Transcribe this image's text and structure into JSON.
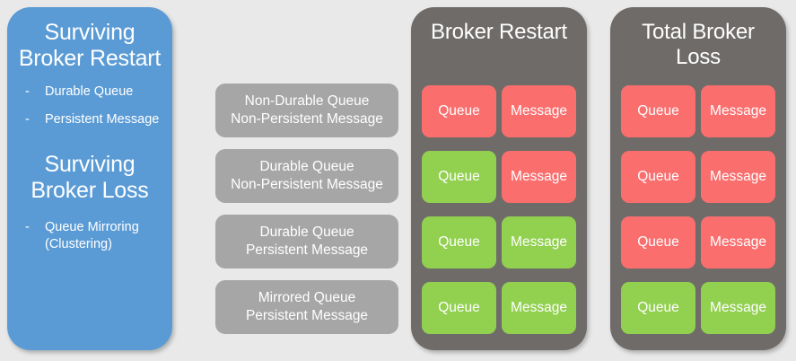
{
  "colors": {
    "background": "#e9e9e9",
    "blue_panel": "#5b9bd5",
    "label_box": "#a6a6a6",
    "dark_panel": "#6e6b69",
    "survives": "#92d050",
    "lost": "#fa6e6e",
    "text": "#ffffff"
  },
  "legend_panel": {
    "heading_1": "Surviving Broker Restart",
    "bullets_1": [
      {
        "marker": "-",
        "text": "Durable Queue"
      },
      {
        "marker": "-",
        "text": "Persistent Message"
      }
    ],
    "heading_2": "Surviving Broker Loss",
    "bullets_2": [
      {
        "marker": "-",
        "text": "Queue Mirroring (Clustering)"
      }
    ]
  },
  "row_labels": [
    {
      "line1": "Non-Durable Queue",
      "line2": "Non-Persistent Message"
    },
    {
      "line1": "Durable Queue",
      "line2": "Non-Persistent Message"
    },
    {
      "line1": "Durable Queue",
      "line2": "Persistent Message"
    },
    {
      "line1": "Mirrored Queue",
      "line2": "Persistent Message"
    }
  ],
  "scenarios": [
    {
      "title": "Broker Restart",
      "rows": [
        {
          "queue": {
            "label": "Queue",
            "state": "lost"
          },
          "message": {
            "label": "Message",
            "state": "lost"
          }
        },
        {
          "queue": {
            "label": "Queue",
            "state": "survives"
          },
          "message": {
            "label": "Message",
            "state": "lost"
          }
        },
        {
          "queue": {
            "label": "Queue",
            "state": "survives"
          },
          "message": {
            "label": "Message",
            "state": "survives"
          }
        },
        {
          "queue": {
            "label": "Queue",
            "state": "survives"
          },
          "message": {
            "label": "Message",
            "state": "survives"
          }
        }
      ]
    },
    {
      "title": "Total Broker Loss",
      "rows": [
        {
          "queue": {
            "label": "Queue",
            "state": "lost"
          },
          "message": {
            "label": "Message",
            "state": "lost"
          }
        },
        {
          "queue": {
            "label": "Queue",
            "state": "lost"
          },
          "message": {
            "label": "Message",
            "state": "lost"
          }
        },
        {
          "queue": {
            "label": "Queue",
            "state": "lost"
          },
          "message": {
            "label": "Message",
            "state": "lost"
          }
        },
        {
          "queue": {
            "label": "Queue",
            "state": "survives"
          },
          "message": {
            "label": "Message",
            "state": "survives"
          }
        }
      ]
    }
  ]
}
